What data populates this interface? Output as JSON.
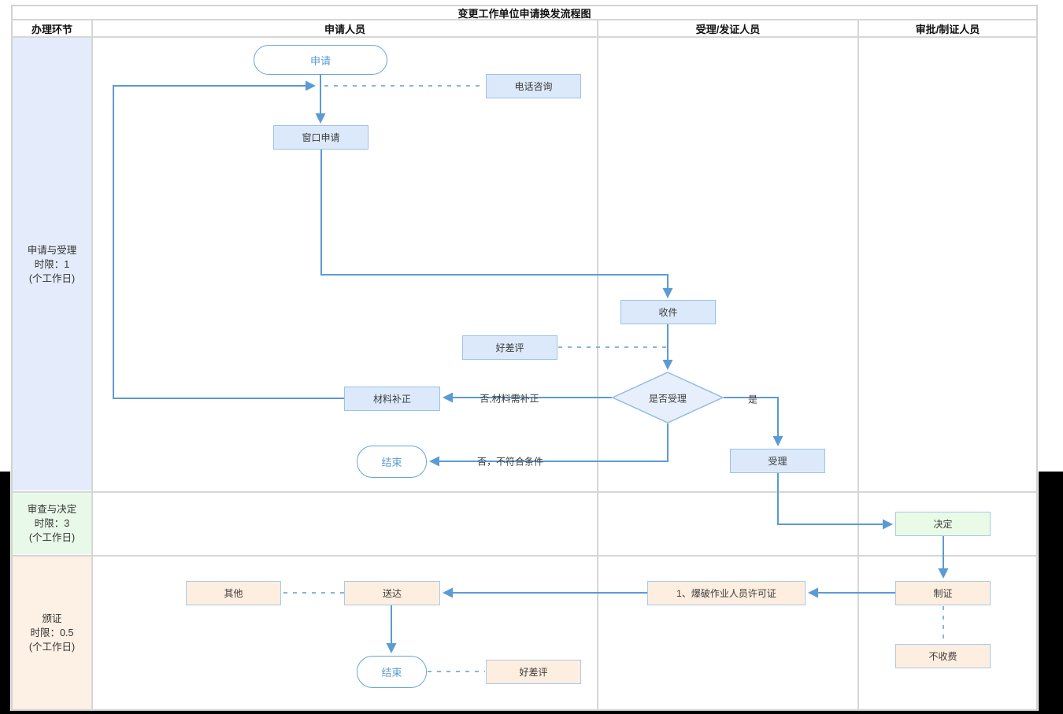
{
  "title": "变更工作单位申请换发流程图",
  "columns": {
    "c0": "办理环节",
    "c1": "申请人员",
    "c2": "受理/发证人员",
    "c3": "审批/制证人员"
  },
  "lanes": {
    "lane1": {
      "name": "申请与受理",
      "limit": "时限：1",
      "unit": "(个工作日)",
      "bg": "#e4ebfb"
    },
    "lane2": {
      "name": "审查与决定",
      "limit": "时限：3",
      "unit": "(个工作日)",
      "bg": "#e9f9e9"
    },
    "lane3": {
      "name": "颁证",
      "limit": "时限：0.5",
      "unit": "(个工作日)",
      "bg": "#fdf0e4"
    }
  },
  "nodes": {
    "start": "申请",
    "phone": "电话咨询",
    "window": "窗口申请",
    "receive": "收件",
    "review1": "好差评",
    "decision": "是否受理",
    "correction": "材料补正",
    "end1": "结束",
    "accept": "受理",
    "decide": "决定",
    "makecert": "制证",
    "nofee": "不收费",
    "permit": "1、爆破作业人员许可证",
    "deliver": "送达",
    "other": "其他",
    "end2": "结束",
    "review2": "好差评"
  },
  "edge_labels": {
    "no_correction": "否,材料需补正",
    "yes": "是",
    "no_reject": "否，不符合条件"
  },
  "colors": {
    "connector_blue": "#5b9bd5",
    "dashed_blue": "#86b4e3",
    "node_blue_fill": "#dce9fa",
    "node_peach_fill": "#fdeee0",
    "node_green_fill": "#e9fae6",
    "node_border_blue": "#9cc2e8",
    "diamond_fill": "#e7effc",
    "grid_gray": "#d6d6d6",
    "lane1_bg": "#e4ebfb",
    "lane2_bg": "#e9f9e9",
    "lane3_bg": "#fdf0e4"
  }
}
